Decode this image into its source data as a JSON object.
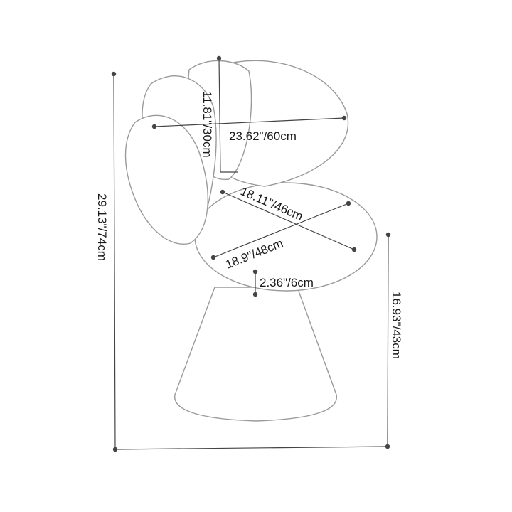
{
  "dimensions": {
    "overall_height": "29.13\"/74cm",
    "back_height": "11.81\"/30cm",
    "back_width": "23.62\"/60cm",
    "seat_depth": "18.11\"/46cm",
    "seat_width": "18.9\"/48cm",
    "seat_thickness": "2.36\"/6cm",
    "seat_height": "16.93\"/43cm"
  }
}
